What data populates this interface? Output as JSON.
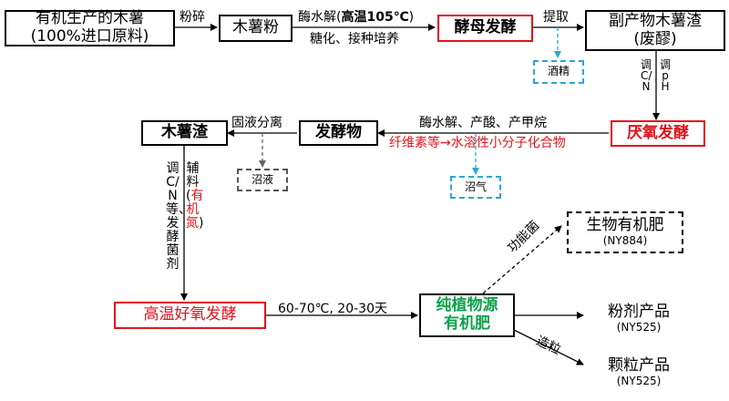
{
  "nodes": {
    "raw": {
      "line1": "有机生产的木薯",
      "line2": "(100%进口原料)"
    },
    "flour": {
      "label": "木薯粉"
    },
    "yeast": {
      "label": "酵母发酵"
    },
    "residue_byproduct": {
      "line1": "副产物木薯渣",
      "line2": "(废醪)"
    },
    "alcohol": {
      "label": "酒精"
    },
    "anaerobic": {
      "label": "厌氧发酵"
    },
    "ferment": {
      "label": "发酵物"
    },
    "cassava_residue": {
      "label": "木薯渣"
    },
    "slurry": {
      "label": "沼液"
    },
    "biogas": {
      "label": "沼气"
    },
    "aerobic": {
      "label": "高温好氧发酵"
    },
    "plant_fertilizer": {
      "line1": "纯植物源",
      "line2": "有机肥"
    },
    "bio_fertilizer": {
      "line1": "生物有机肥",
      "line2": "(NY884)"
    },
    "powder_product": {
      "line1": "粉剂产品",
      "line2": "(NY525)"
    },
    "granule_product": {
      "line1": "颗粒产品",
      "line2": "(NY525)"
    }
  },
  "edges": {
    "crush": "粉碎",
    "enzyme_prefix": "酶水解(",
    "enzyme_temp": "高温105℃",
    "enzyme_suffix": ")",
    "saccharify": "糖化、接种培养",
    "extract": "提取",
    "adjust_pH": "调pH",
    "adjust_CN": "调C/N",
    "hydrolysis_acid_methane": "酶水解、产酸、产甲烷",
    "cellulose_conversion": "纤维素等→水溶性小分子化合物",
    "solid_liquid_separation": "固液分离",
    "adjust_CN_etc": "调C/N等、发酵菌剂",
    "auxiliary": "辅料(",
    "organic_nitrogen": "有机氮",
    "auxiliary_close": ")",
    "temp_time": "60-70℃, 20-30天",
    "functional_bacteria": "功能菌",
    "granulation": "造粒"
  }
}
